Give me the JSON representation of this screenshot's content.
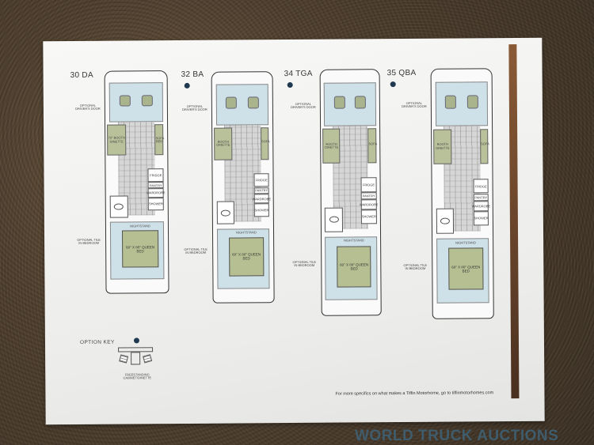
{
  "floorplans": [
    {
      "model": "30 DA",
      "option_dot": false,
      "bed": "60\" X 80\" QUEEN BED",
      "dinette": "72\" BOOTH DINETTE",
      "sofa": "SOFA BED",
      "fridge": "FRIDGE",
      "pantry": "PANTRY",
      "wardrobe": "WARDROBE",
      "shower": "SHOWER",
      "nightstand": "NIGHTSTAND",
      "driver_door": "OPTIONAL DRIVER'S DOOR",
      "tile": "OPTIONAL TILE IN BEDROOM"
    },
    {
      "model": "32 BA",
      "option_dot": true,
      "bed": "60\" X 80\" QUEEN BED",
      "dinette": "BOOTH DINETTE",
      "sofa": "SOFA",
      "fridge": "FRIDGE",
      "pantry": "PANTRY",
      "wardrobe": "WARDROBE",
      "shower": "SHOWER",
      "nightstand": "NIGHTSTAND",
      "driver_door": "OPTIONAL DRIVER'S DOOR",
      "tile": "OPTIONAL TILE IN BEDROOM"
    },
    {
      "model": "34 TGA",
      "option_dot": true,
      "bed": "60\" X 80\" QUEEN BED",
      "dinette": "BOOTH DINETTE",
      "sofa": "SOFA",
      "fridge": "FRIDGE",
      "pantry": "PANTRY",
      "wardrobe": "WARDROBE",
      "shower": "SHOWER",
      "nightstand": "NIGHTSTAND",
      "driver_door": "OPTIONAL DRIVER'S DOOR",
      "tile": "OPTIONAL TILE IN BEDROOM"
    },
    {
      "model": "35 QBA",
      "option_dot": true,
      "bed": "60\" X 80\" QUEEN BED",
      "dinette": "BOOTH DINETTE",
      "sofa": "SOFA",
      "fridge": "FRIDGE",
      "pantry": "PANTRY",
      "wardrobe": "WARDROBE",
      "shower": "SHOWER",
      "nightstand": "NIGHTSTAND",
      "driver_door": "OPTIONAL DRIVER'S DOOR",
      "tile": "OPTIONAL TILE IN BEDROOM"
    }
  ],
  "option_key": {
    "title": "OPTION KEY",
    "item": "FREESTANDING CABINET/DINETTE"
  },
  "footer": "For more specifics on what makes a Tiffin Motorhome, go to tiffinmotorhomes.com",
  "watermark": "WORLD TRUCK AUCTIONS",
  "colors": {
    "option_dot": "#1f3a50",
    "stripe": "#6a4428",
    "watermark": "#3f6378"
  }
}
